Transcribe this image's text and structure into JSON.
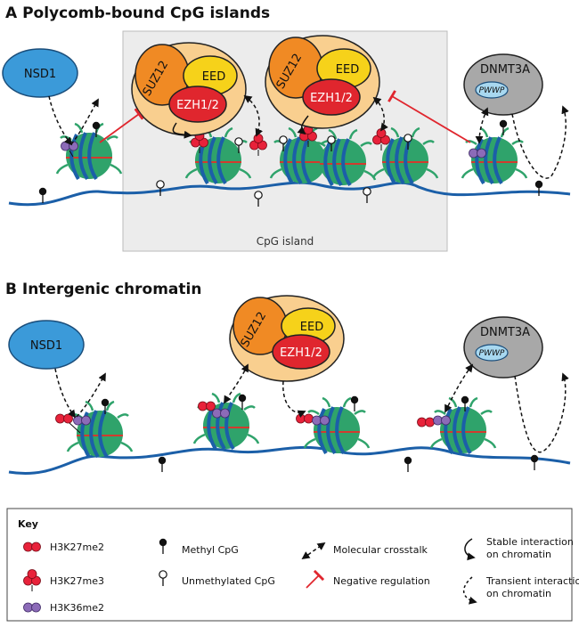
{
  "panel_a": {
    "title": "A  Polycomb-bound CpG islands",
    "cpg_island_label": "CpG island"
  },
  "panel_b": {
    "title": "B  Intergenic chromatin"
  },
  "nodes": {
    "nsd1": "NSD1",
    "dnmt3a": "DNMT3A",
    "pwwp": "PWWP",
    "suz12": "SUZ12",
    "eed": "EED",
    "ezh": "EZH1/2"
  },
  "key": {
    "title": "Key",
    "h3k27me2": "H3K27me2",
    "h3k27me3": "H3K27me3",
    "h3k36me2": "H3K36me2",
    "methyl_cpg": "Methyl CpG",
    "unmethyl_cpg": "Unmethylated CpG",
    "crosstalk": "Molecular crosstalk",
    "negative": "Negative regulation",
    "stable_1": "Stable interaction",
    "stable_2": "on chromatin",
    "transient_1": "Transient interaction",
    "transient_2": "on chromatin"
  },
  "colors": {
    "dna": "#1b5fa8",
    "nucleosome": "#2fa36b",
    "nsd1": "#3b9ad9",
    "dnmt3a": "#a8a8a8",
    "prc2_bg": "#f9cf8f",
    "suz12": "#f08a24",
    "eed": "#f6d21a",
    "ezh": "#e0262e",
    "k27": "#e8223a",
    "k36": "#8c6bb8",
    "inhibit": "#e0262e"
  }
}
